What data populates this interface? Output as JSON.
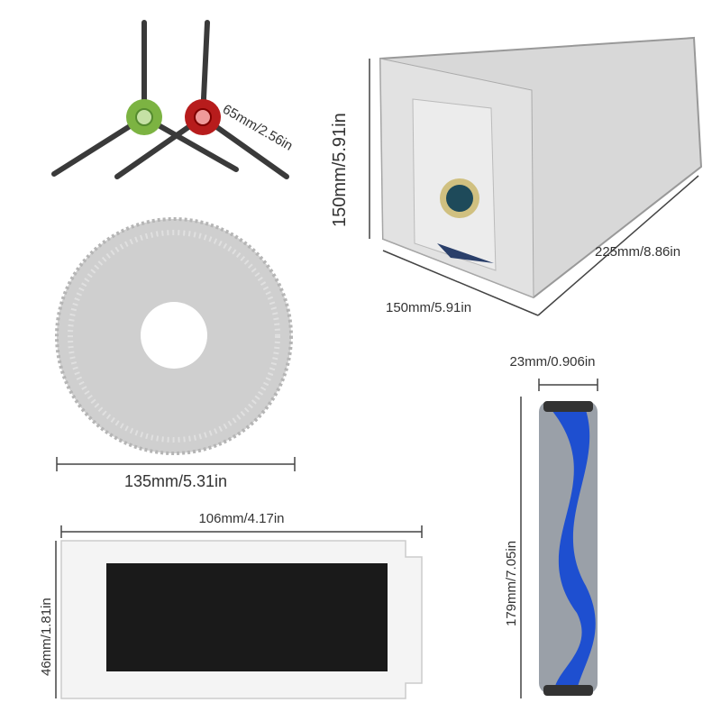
{
  "side_brushes": {
    "label": "65mm/2.56in",
    "colors": {
      "left_hub": "#7cb342",
      "right_hub": "#b71c1c",
      "arms": "#3a3a3a"
    }
  },
  "dust_bag": {
    "height_label": "150mm/5.91in",
    "depth_label": "225mm/8.86in",
    "width_label": "150mm/5.91in",
    "color": "#d8d8d8"
  },
  "mop_pad": {
    "diameter_label": "135mm/5.31in",
    "color": "#cfcfcf"
  },
  "main_brush": {
    "width_label": "23mm/0.906in",
    "length_label": "179mm/7.05in",
    "colors": {
      "bristle": "#1e4fd0",
      "frame": "#9aa0a8"
    }
  },
  "filter": {
    "width_label": "106mm/4.17in",
    "height_label": "46mm/1.81in",
    "colors": {
      "frame": "#f4f4f4",
      "media": "#1a1a1a"
    }
  }
}
